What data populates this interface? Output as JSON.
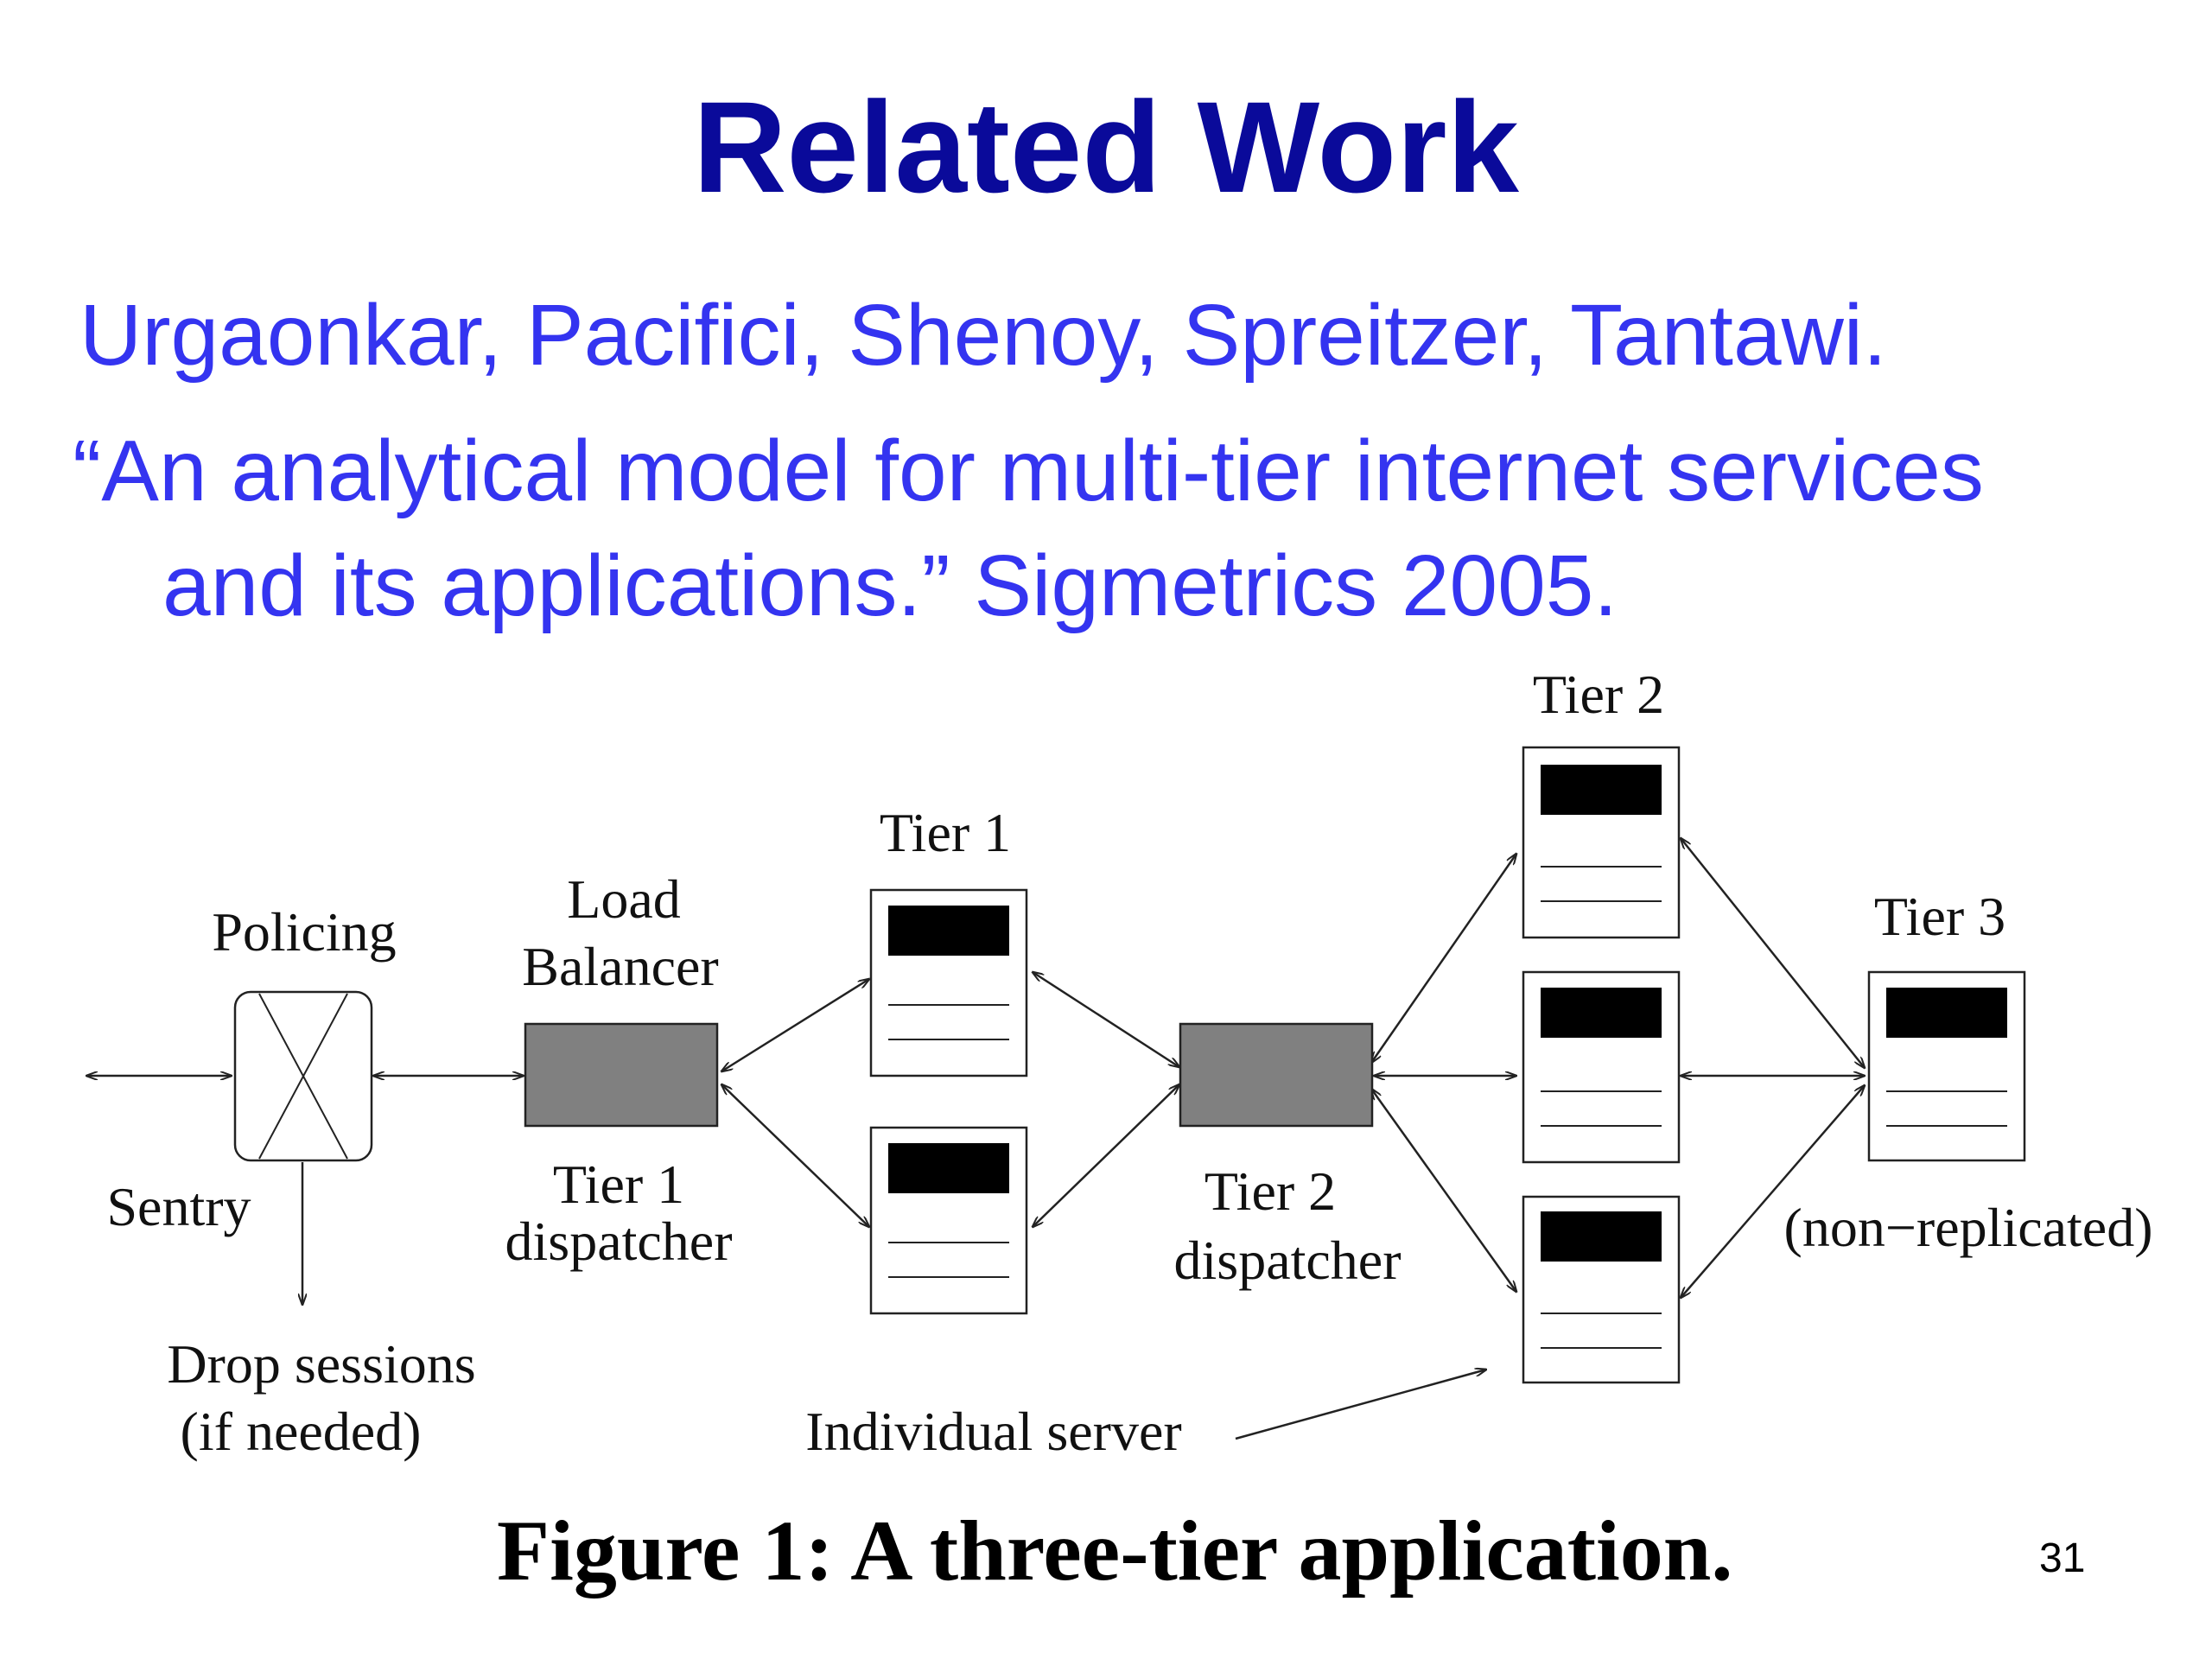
{
  "slide": {
    "title": "Related Work",
    "authors": "Urgaonkar, Pacifici, Shenoy, Spreitzer, Tantawi.",
    "ref_title_line1": "“An analytical model for multi-tier internet services",
    "ref_title_line2": "and its applications.”  Sigmetrics 2005.",
    "page_number": "31"
  },
  "diagram": {
    "labels": {
      "policing": "Policing",
      "sentry": "Sentry",
      "drop_sessions_1": "Drop sessions",
      "drop_sessions_2": "(if needed)",
      "load_balancer_1": "Load",
      "load_balancer_2": "Balancer",
      "tier1_dispatcher_1": "Tier 1",
      "tier1_dispatcher_2": "dispatcher",
      "tier1": "Tier 1",
      "tier2_dispatcher_1": "Tier 2",
      "tier2_dispatcher_2": "dispatcher",
      "tier2": "Tier 2",
      "tier3": "Tier 3",
      "non_replicated": "(non−replicated)",
      "individual_server": "Individual server"
    },
    "caption": "Figure 1: A three-tier application.",
    "colors": {
      "dispatcher_fill": "#808080",
      "server_header_fill": "#000000",
      "title_color": "#0a0a9a",
      "reference_color": "#3434f0"
    }
  }
}
